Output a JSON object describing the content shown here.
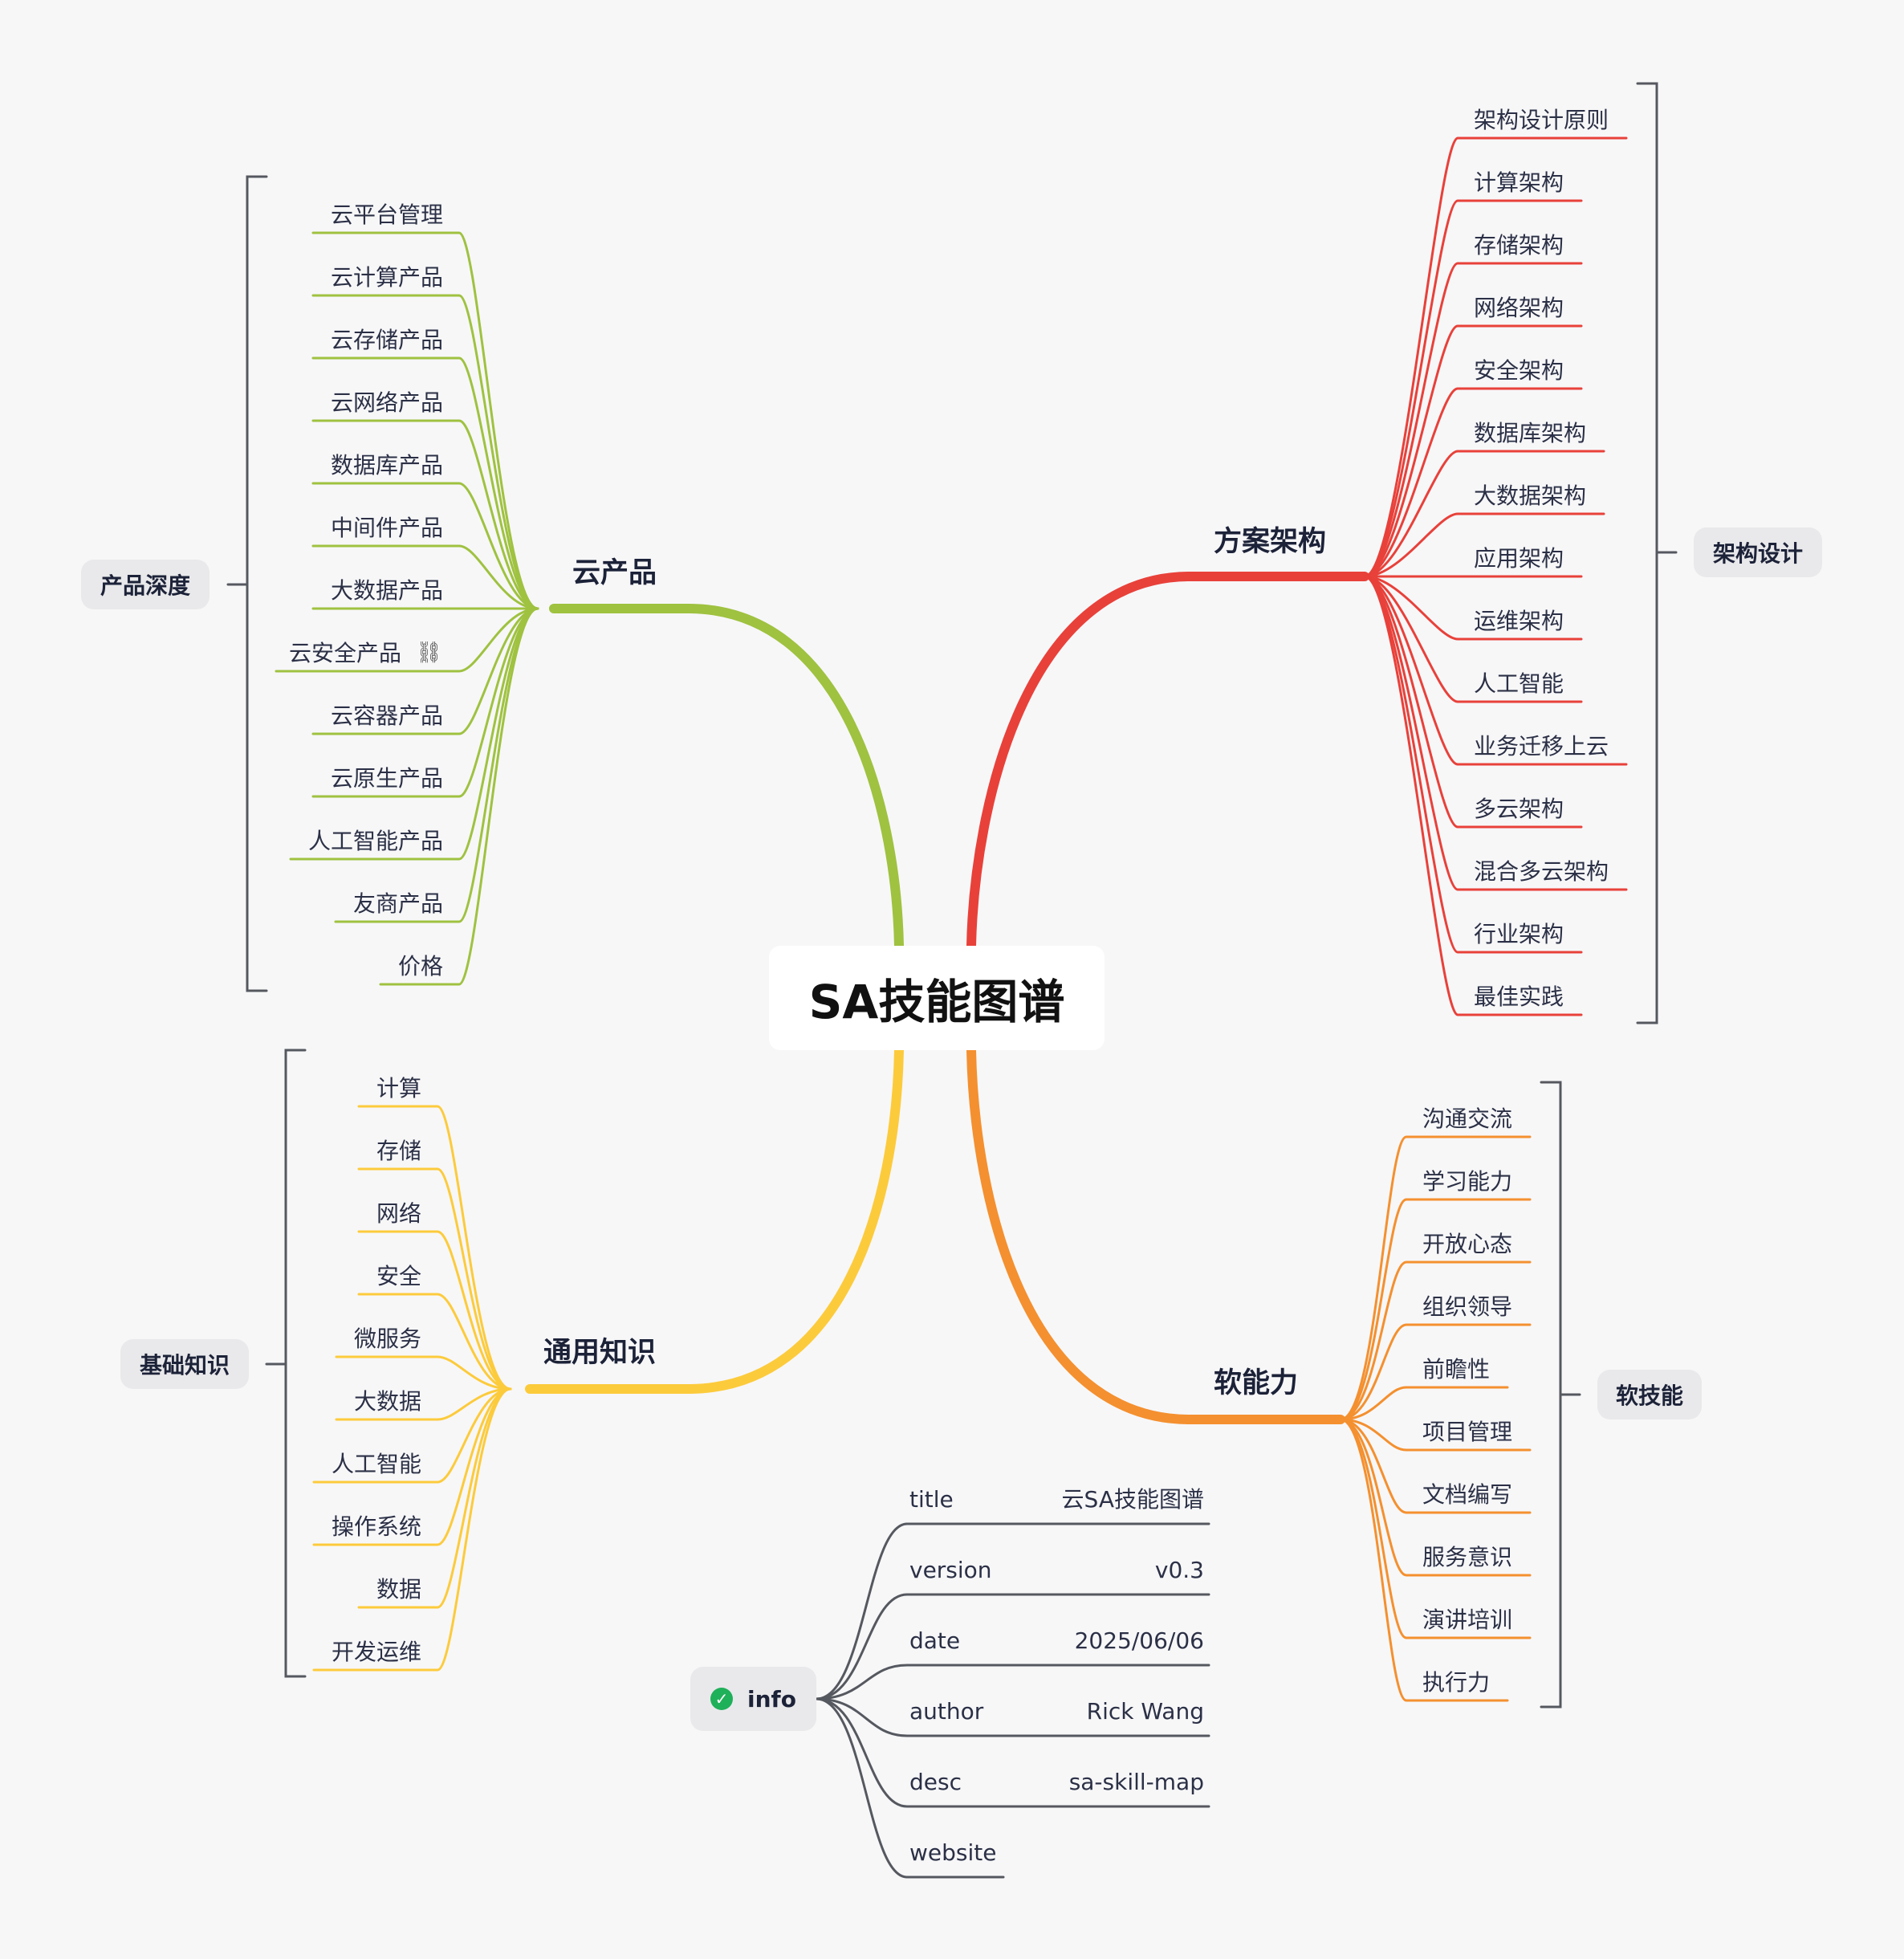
{
  "root": {
    "label": "SA技能图谱"
  },
  "branches": {
    "cloud_products": {
      "label": "云产品",
      "color": "#9fc240",
      "summary": "产品深度",
      "items": [
        "云平台管理",
        "云计算产品",
        "云存储产品",
        "云网络产品",
        "数据库产品",
        "中间件产品",
        "大数据产品",
        "云安全产品",
        "云容器产品",
        "云原生产品",
        "人工智能产品",
        "友商产品",
        "价格"
      ]
    },
    "solution_architecture": {
      "label": "方案架构",
      "color": "#e8413a",
      "summary": "架构设计",
      "items": [
        "架构设计原则",
        "计算架构",
        "存储架构",
        "网络架构",
        "安全架构",
        "数据库架构",
        "大数据架构",
        "应用架构",
        "运维架构",
        "人工智能",
        "业务迁移上云",
        "多云架构",
        "混合多云架构",
        "行业架构",
        "最佳实践"
      ]
    },
    "general_knowledge": {
      "label": "通用知识",
      "color": "#fccb3c",
      "summary": "基础知识",
      "items": [
        "计算",
        "存储",
        "网络",
        "安全",
        "微服务",
        "大数据",
        "人工智能",
        "操作系统",
        "数据",
        "开发运维"
      ]
    },
    "soft_skills": {
      "label": "软能力",
      "color": "#f4902f",
      "summary": "软技能",
      "items": [
        "沟通交流",
        "学习能力",
        "开放心态",
        "组织领导",
        "前瞻性",
        "项目管理",
        "文档编写",
        "服务意识",
        "演讲培训",
        "执行力"
      ]
    }
  },
  "info": {
    "label": "info",
    "color": "#55585f",
    "icon": "check-circle-icon",
    "rows": [
      {
        "key": "title",
        "value": "云SA技能图谱"
      },
      {
        "key": "version",
        "value": "v0.3"
      },
      {
        "key": "date",
        "value": "2025/06/06"
      },
      {
        "key": "author",
        "value": "Rick Wang"
      },
      {
        "key": "desc",
        "value": "sa-skill-map"
      },
      {
        "key": "website",
        "value": ""
      }
    ]
  },
  "icons": {
    "link_item": "云安全产品",
    "link_icon": "link-icon"
  },
  "colors": {
    "background": "#f7f7f8",
    "bracket": "#55585f"
  }
}
